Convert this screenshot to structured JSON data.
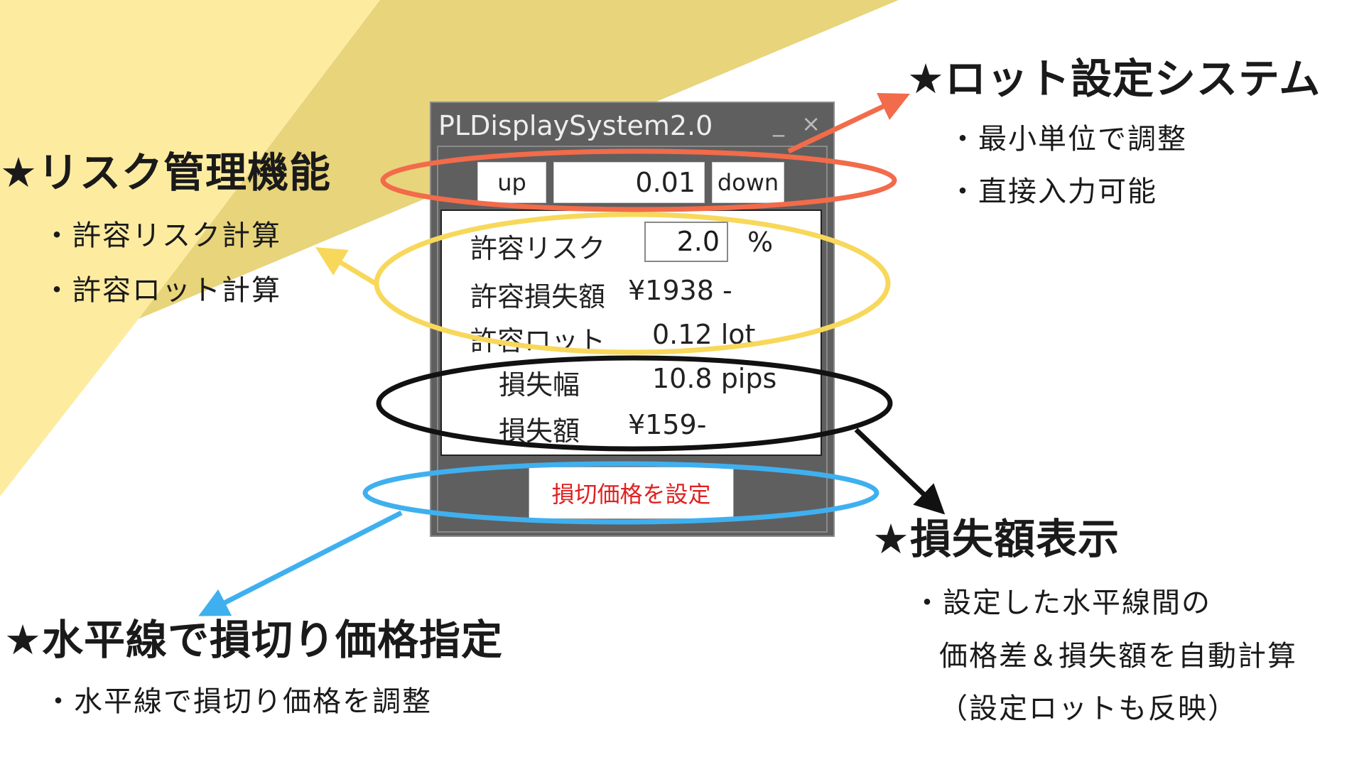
{
  "colors": {
    "light_yellow": "#fdeca0",
    "dark_yellow": "#e8d47a",
    "orange": "#f26b4a",
    "yellow": "#f7d85a",
    "black": "#111111",
    "blue": "#3fb0ef",
    "stop_button_text": "#e02020"
  },
  "window": {
    "title": "PLDisplaySystem2.0",
    "minimize": "_",
    "close": "×",
    "lot": {
      "up_label": "up",
      "value": "0.01",
      "down_label": "down"
    },
    "rows": [
      {
        "label": "許容リスク",
        "value": "2.0",
        "unit": "%"
      },
      {
        "label": "許容損失額",
        "value": "¥1938 -"
      },
      {
        "label": "許容ロット",
        "value": "0.12 lot"
      },
      {
        "label": "損失幅",
        "value": "10.8 pips"
      },
      {
        "label": "損失額",
        "value": "¥159-"
      }
    ],
    "stop_button": "損切価格を設定"
  },
  "annotations": {
    "risk": {
      "title": "★リスク管理機能",
      "bullets": [
        "・許容リスク計算",
        "・許容ロット計算"
      ]
    },
    "lot": {
      "title": "★ロット設定システム",
      "bullets": [
        "・最小単位で調整",
        "・直接入力可能"
      ]
    },
    "loss": {
      "title": "★損失額表示",
      "bullets": [
        "・設定した水平線間の",
        "価格差＆損失額を自動計算",
        "（設定ロットも反映）"
      ]
    },
    "hline": {
      "title": "★水平線で損切り価格指定",
      "bullets": [
        "・水平線で損切り価格を調整"
      ]
    }
  }
}
